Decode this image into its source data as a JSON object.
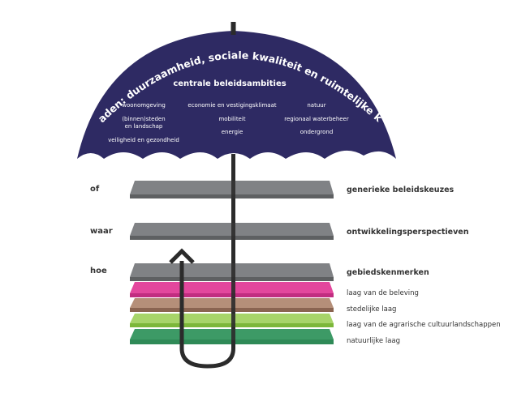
{
  "umbrella": {
    "arc_text": "rode draden: duurzaamheid, sociale kwaliteit en ruimtelijke kwaliteit",
    "heading": "centrale beleidsambities",
    "ambitions": {
      "col1": [
        "woonomgeving",
        "(binnen)steden",
        "en landschap",
        "veiligheid en gezondheid"
      ],
      "col2": [
        "economie en vestigingsklimaat",
        "mobiliteit",
        "energie"
      ],
      "col3": [
        "natuur",
        "regionaal waterbeheer",
        "ondergrond"
      ]
    },
    "colors": {
      "canopy": "#2e2a63",
      "handle": "#2b2b2b"
    }
  },
  "questions": [
    "of",
    "waar",
    "hoe"
  ],
  "levels": [
    "generieke beleidskeuzes",
    "ontwikkelingsperspectieven",
    "gebiedskenmerken"
  ],
  "layers": [
    {
      "label": "laag van de beleving",
      "color": "#e3479d"
    },
    {
      "label": "stedelijke laag",
      "color": "#9b7360"
    },
    {
      "label": "laag van de agrarische cultuurlandschappen",
      "color": "#8dc63f"
    },
    {
      "label": "natuurlijke laag",
      "color": "#2f8a57"
    }
  ],
  "plate_color": "#808285"
}
